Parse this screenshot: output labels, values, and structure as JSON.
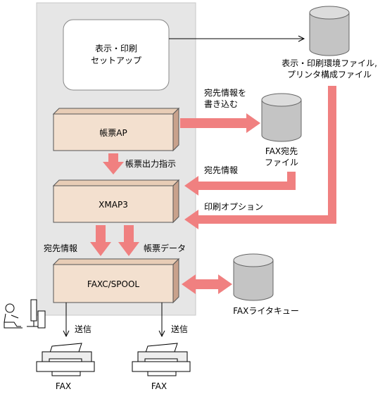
{
  "colors": {
    "panel": "#e6e6e6",
    "box_face": "#f3e0cf",
    "box_side": "#d8b6a0",
    "arrow": "#f08080",
    "line": "#000000",
    "cylinder": "#bdbdbd"
  },
  "setup_box": {
    "line1": "表示・印刷",
    "line2": "セットアップ"
  },
  "boxes": {
    "form_ap": "帳票AP",
    "xmap3": "XMAP3",
    "faxc_spool": "FAXC/SPOOL"
  },
  "databases": {
    "env_file": {
      "line1": "表示・印刷環境ファイル,",
      "line2": "プリンタ構成ファイル"
    },
    "fax_dest": {
      "line1": "FAX宛先",
      "line2": "ファイル"
    },
    "fax_queue": {
      "label": "FAXライタキュー"
    }
  },
  "arrow_labels": {
    "write_dest": {
      "line1": "宛先情報を",
      "line2": "書き込む"
    },
    "form_output": "帳票出力指示",
    "dest_info_to_xmap": "宛先情報",
    "print_option": "印刷オプション",
    "dest_info_down": "宛先情報",
    "form_data": "帳票データ",
    "send_left": "送信",
    "send_right": "送信"
  },
  "fax_devices": {
    "left": "FAX",
    "right": "FAX"
  },
  "icons": [
    "operator-icon",
    "fax-machine-icon",
    "database-icon"
  ]
}
